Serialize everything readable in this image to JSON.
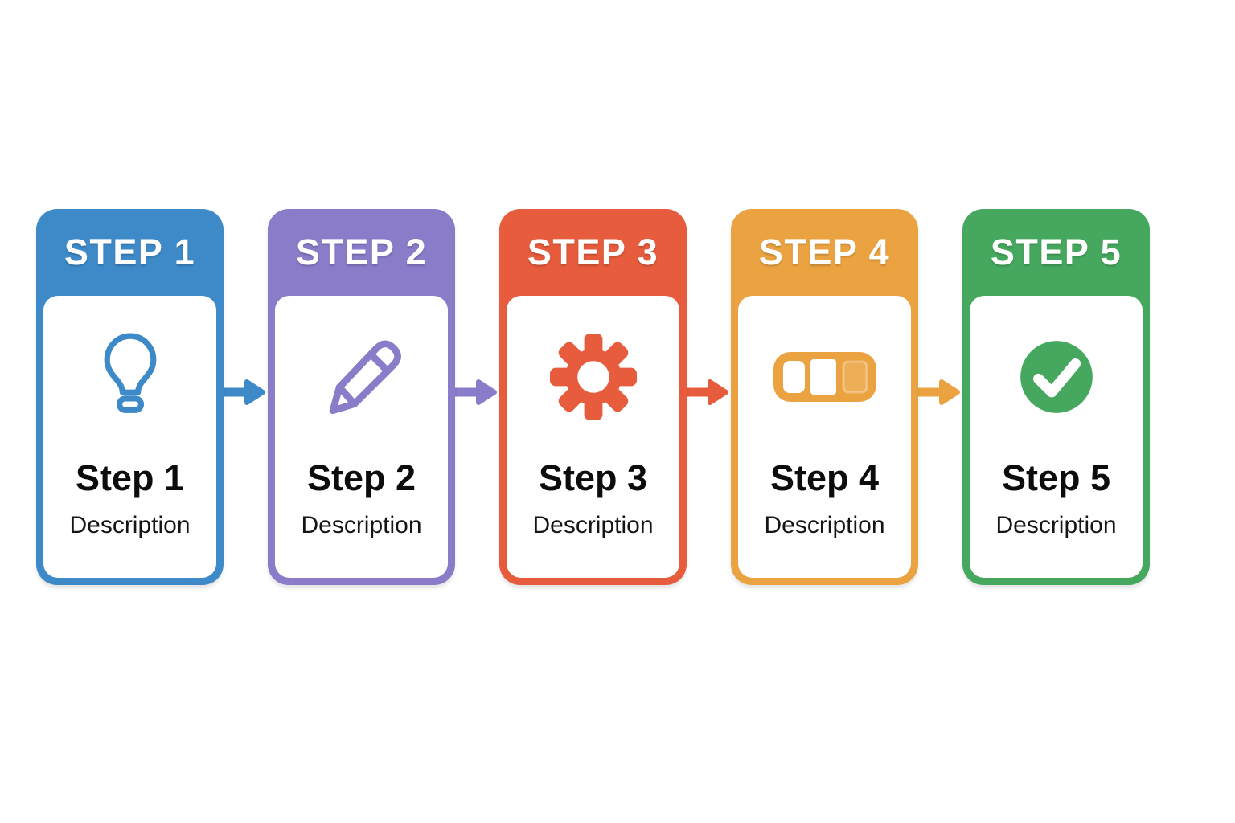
{
  "page": {
    "background_color": "#ffffff",
    "diagram_type": "horizontal-process-flow",
    "step_count": 5
  },
  "steps": [
    {
      "header": "STEP 1",
      "title": "Step 1",
      "description": "Description",
      "color": "#3e8ac8",
      "icon": "lightbulb-icon"
    },
    {
      "header": "STEP 2",
      "title": "Step 2",
      "description": "Description",
      "color": "#8a7cc9",
      "icon": "pencil-icon"
    },
    {
      "header": "STEP 3",
      "title": "Step 3",
      "description": "Description",
      "color": "#e65c3c",
      "icon": "gear-icon"
    },
    {
      "header": "STEP 4",
      "title": "Step 4",
      "description": "Description",
      "color": "#eba341",
      "icon": "progress-icon"
    },
    {
      "header": "STEP 5",
      "title": "Step 5",
      "description": "Description",
      "color": "#46a85f",
      "icon": "check-icon"
    }
  ],
  "arrows": {
    "direction": "right",
    "count": 4,
    "color_rule": "matches preceding step color"
  },
  "text_colors": {
    "header_label": "#ffffff",
    "step_title": "#0c0c0c",
    "step_description": "#151515"
  }
}
